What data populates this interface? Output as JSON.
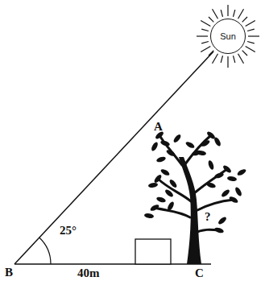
{
  "diagram": {
    "nodes": [
      {
        "text": [
          "Sun"
        ]
      }
    ],
    "labels": [
      "A",
      "25°",
      "B",
      "40m",
      "C",
      "?"
    ]
  }
}
